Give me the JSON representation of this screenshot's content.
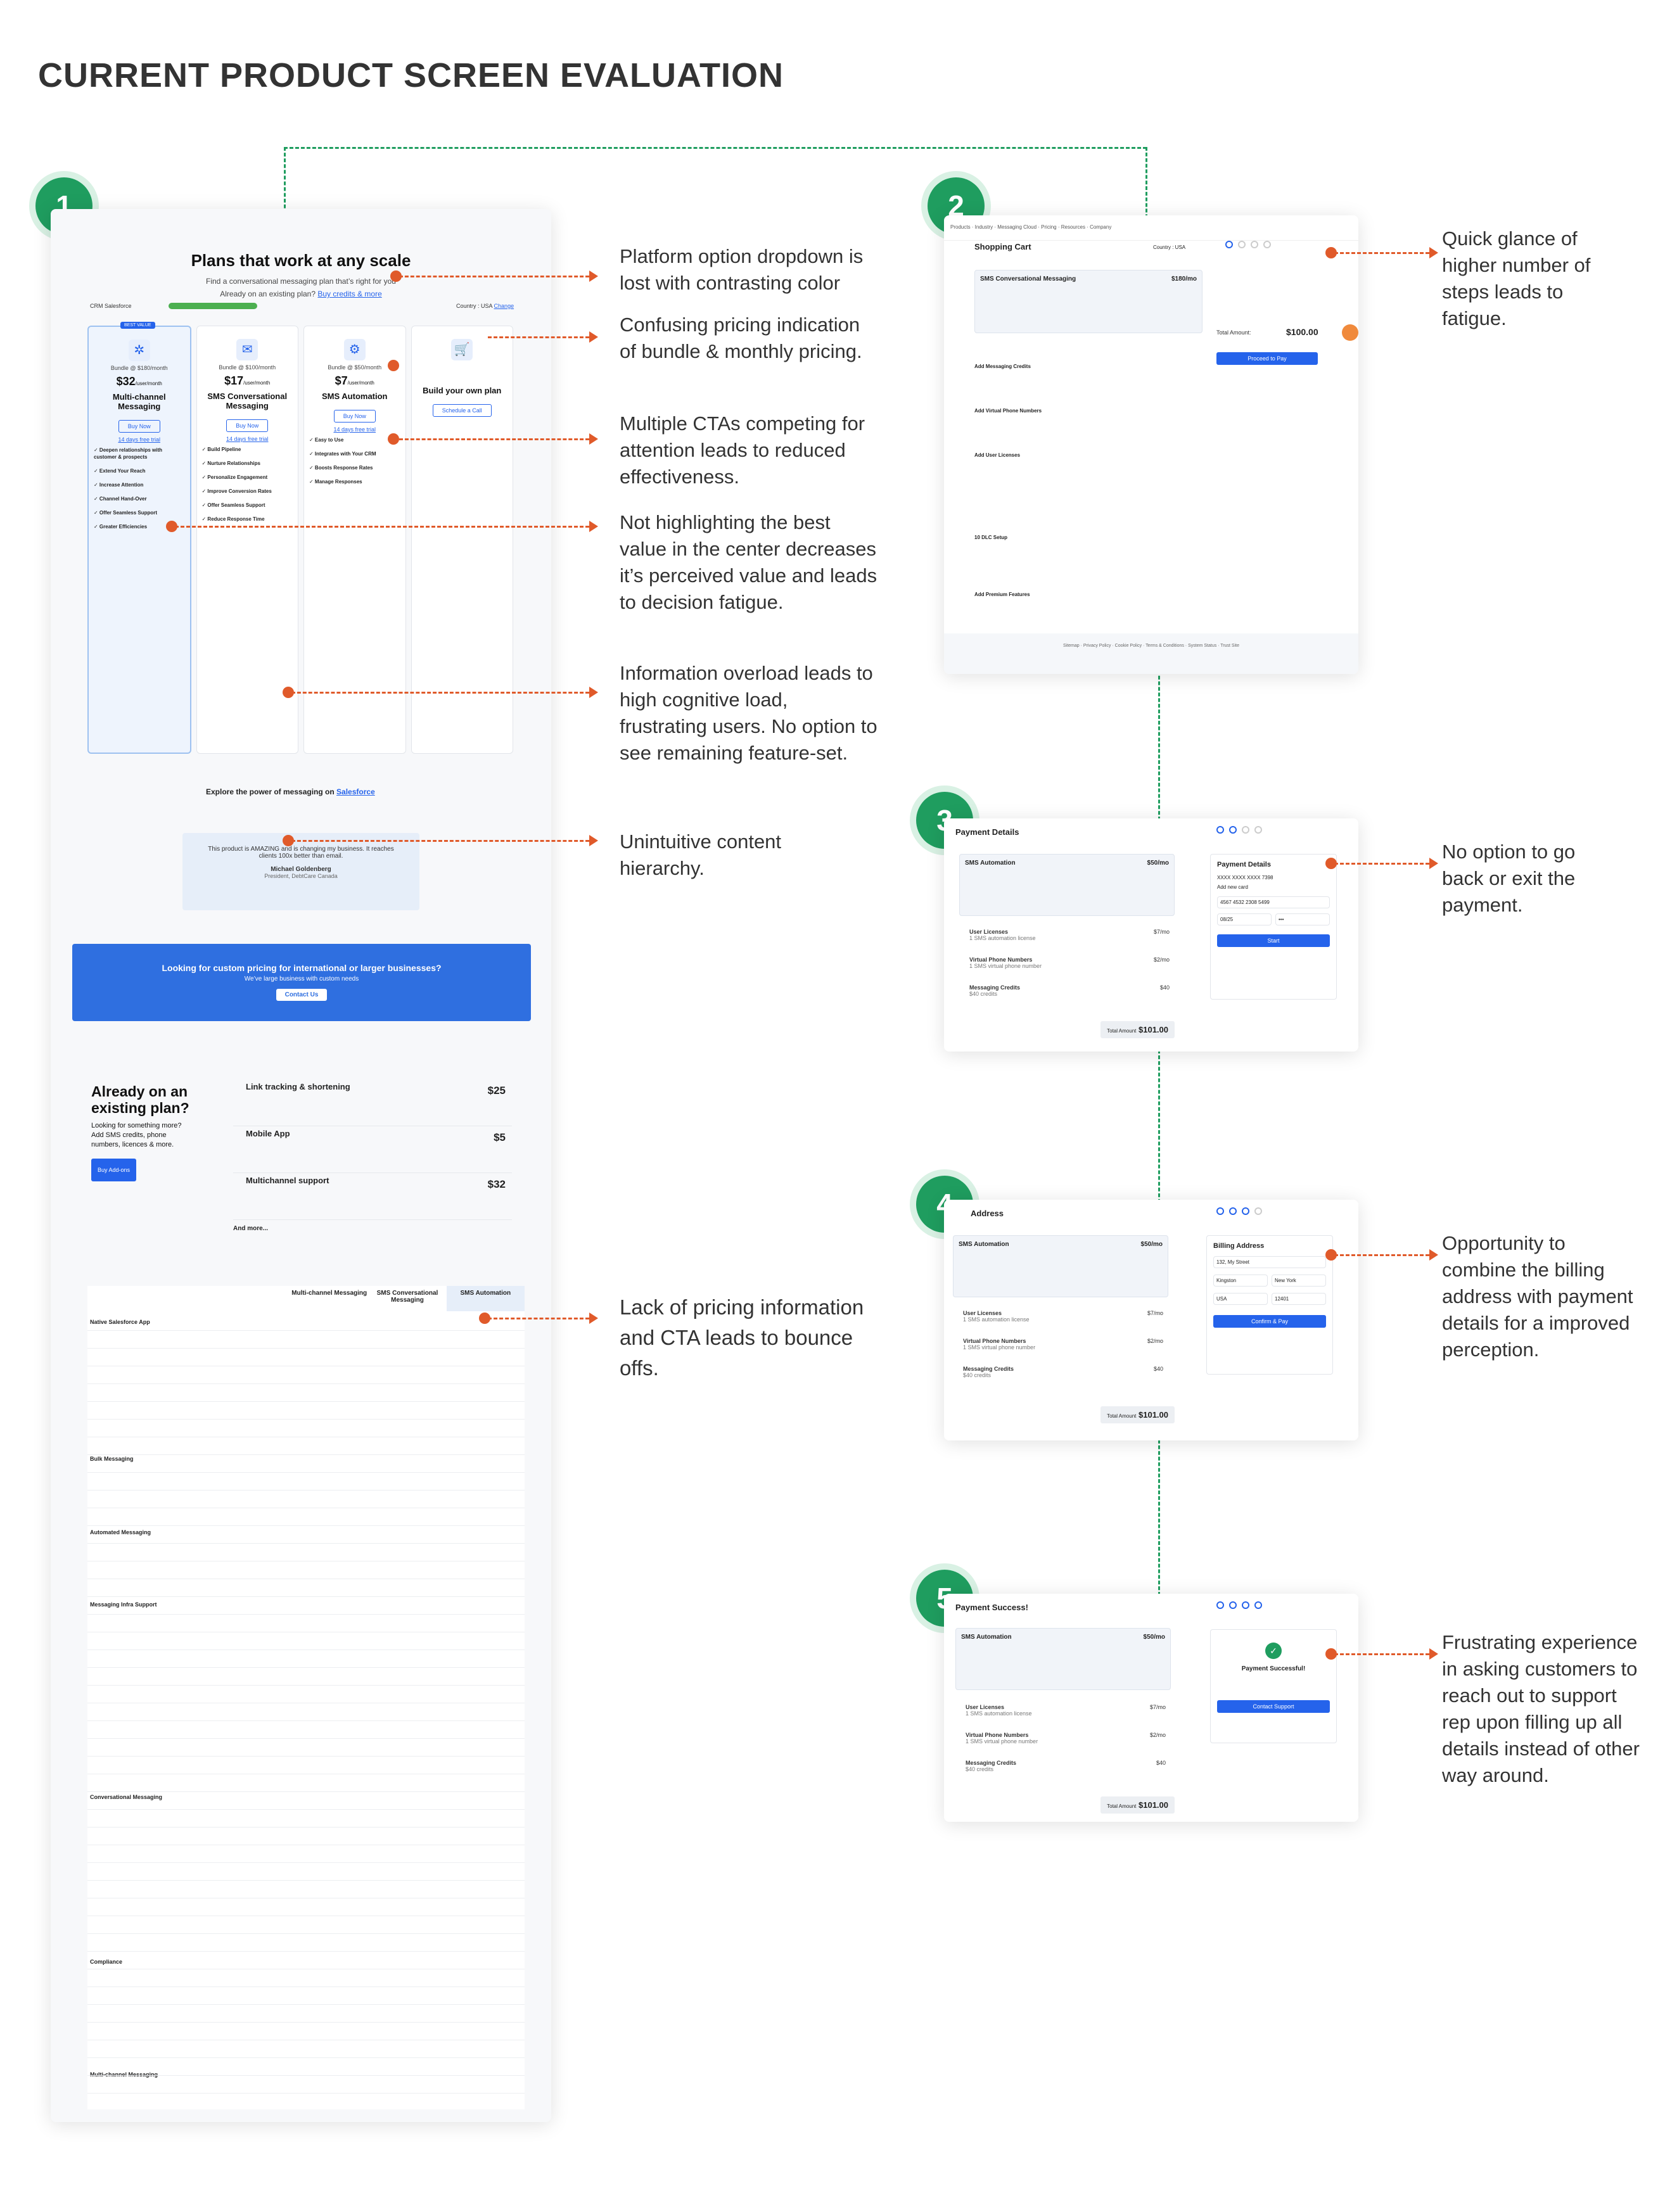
{
  "page": {
    "title": "CURRENT PRODUCT SCREEN EVALUATION"
  },
  "steps": [
    "1",
    "2",
    "3",
    "4",
    "5"
  ],
  "annotations": {
    "a1": "Platform option dropdown is lost with contrasting color",
    "a2": "Confusing pricing indication of bundle & monthly pricing.",
    "a3": "Multiple CTAs competing for attention leads to reduced effectiveness.",
    "a4": "Not highlighting the best value in the center decreases it’s perceived value and leads to decision fatigue.",
    "a5": "Information overload leads to high cognitive load, frustrating users. No option to see remaining feature-set.",
    "a6": "Unintuitive content hierarchy.",
    "a7": "Lack of pricing information and CTA leads to bounce offs.",
    "b2": "Quick glance of higher number of steps leads to fatigue.",
    "b3": "No option to go back or exit the payment.",
    "b4": "Opportunity to combine the billing address with payment details for a improved perception.",
    "b5": "Frustrating experience in asking customers to reach out to support rep upon filling up all details instead of other way around."
  },
  "screen1": {
    "title": "Plans that work at any scale",
    "subtitle": "Find a conversational messaging plan that’s right for you",
    "existing": "Already on an existing plan?",
    "existing_link": "Buy credits & more",
    "platform": "CRM Salesforce",
    "country": "Country : USA",
    "country_link": "Change",
    "plans": [
      {
        "bundle": "Bundle @ $180/month",
        "price": "$32",
        "unit": "/user/month",
        "name": "Multi-channel Messaging",
        "cta": "Buy Now",
        "link": "14 days free trial",
        "icon": "network-icon"
      },
      {
        "bundle": "Bundle @ $100/month",
        "price": "$17",
        "unit": "/user/month",
        "name": "SMS Conversational Messaging",
        "cta": "Buy Now",
        "link": "14 days free trial",
        "icon": "chat-icon"
      },
      {
        "bundle": "Bundle @ $50/month",
        "price": "$7",
        "unit": "/user/month",
        "name": "SMS Automation",
        "cta": "Buy Now",
        "link": "14 days free trial",
        "icon": "automation-icon"
      },
      {
        "bundle": "",
        "price": "",
        "unit": "",
        "name": "Build your own plan",
        "cta": "Schedule a Call",
        "link": "",
        "icon": "cart-icon"
      }
    ],
    "best_value": "BEST VALUE",
    "explore": "Explore the power of messaging on",
    "explore_link": "Salesforce",
    "testimonial": "This product is AMAZING and is changing my business. It reaches clients 100x better than email.",
    "testimonial_author": "Michael Goldenberg",
    "testimonial_role": "President, DebtCare Canada",
    "banner_title": "Looking for custom pricing for international or larger businesses?",
    "banner_sub": "We’ve large business with custom needs",
    "banner_cta": "Contact Us",
    "already_title": "Already on an existing plan?",
    "already_sub": "Looking for something more? Add SMS credits, phone numbers, licences & more.",
    "already_cta": "Buy Add-ons",
    "addons": [
      {
        "name": "Link tracking & shortening",
        "price": "$25"
      },
      {
        "name": "Mobile App",
        "price": "$5"
      },
      {
        "name": "Multichannel support",
        "price": "$32"
      }
    ],
    "and_more": "And more...",
    "table_headers": [
      "Multi-channel Messaging",
      "SMS Conversational Messaging",
      "SMS Automation"
    ],
    "table_sections": [
      "Native Salesforce App",
      "Bulk Messaging",
      "Automated Messaging",
      "Messaging Infra Support",
      "Conversational Messaging",
      "Compliance",
      "Multi-channel Messaging"
    ]
  },
  "screen2": {
    "title": "Shopping Cart",
    "country": "Country : USA",
    "product": "SMS Conversational Messaging",
    "price": "$180/mo",
    "sections": [
      "Add Messaging Credits",
      "Add Virtual Phone Numbers",
      "Add User Licenses",
      "10 DLC Setup",
      "Add Premium Features"
    ],
    "total_label": "Total Amount:",
    "total": "$100.00",
    "cta": "Proceed to Pay"
  },
  "screen3": {
    "title": "Payment Details",
    "product": "SMS Automation",
    "price": "$50/mo",
    "items": [
      {
        "name": "User Licenses",
        "sub": "1 SMS automation license",
        "price": "$7/mo"
      },
      {
        "name": "Virtual Phone Numbers",
        "sub": "1 SMS virtual phone number",
        "price": "$2/mo"
      },
      {
        "name": "Messaging Credits",
        "sub": "$40 credits",
        "price": "$40"
      }
    ],
    "panel_title": "Payment Details",
    "card": "XXXX XXXX XXXX 7398",
    "add_card": "Add new card",
    "card_number": "4567 4532 2308 5499",
    "expiry": "08/25",
    "cvv": "•••",
    "cta": "Start",
    "total_label": "Total Amount",
    "total": "$101.00"
  },
  "screen4": {
    "title": "Address",
    "panel_title": "Billing Address",
    "address": "132, My Street",
    "city": "Kingston",
    "state": "New York",
    "country": "USA",
    "zip": "12401",
    "cta": "Confirm & Pay",
    "total_label": "Total Amount",
    "total": "$101.00"
  },
  "screen5": {
    "title": "Payment Success!",
    "panel_title": "Payment Successful!",
    "cta": "Contact Support",
    "total_label": "Total Amount",
    "total": "$101.00"
  },
  "colors": {
    "accent": "#1f9d5f",
    "annotation": "#e05a2a",
    "brand": "#2563eb"
  }
}
